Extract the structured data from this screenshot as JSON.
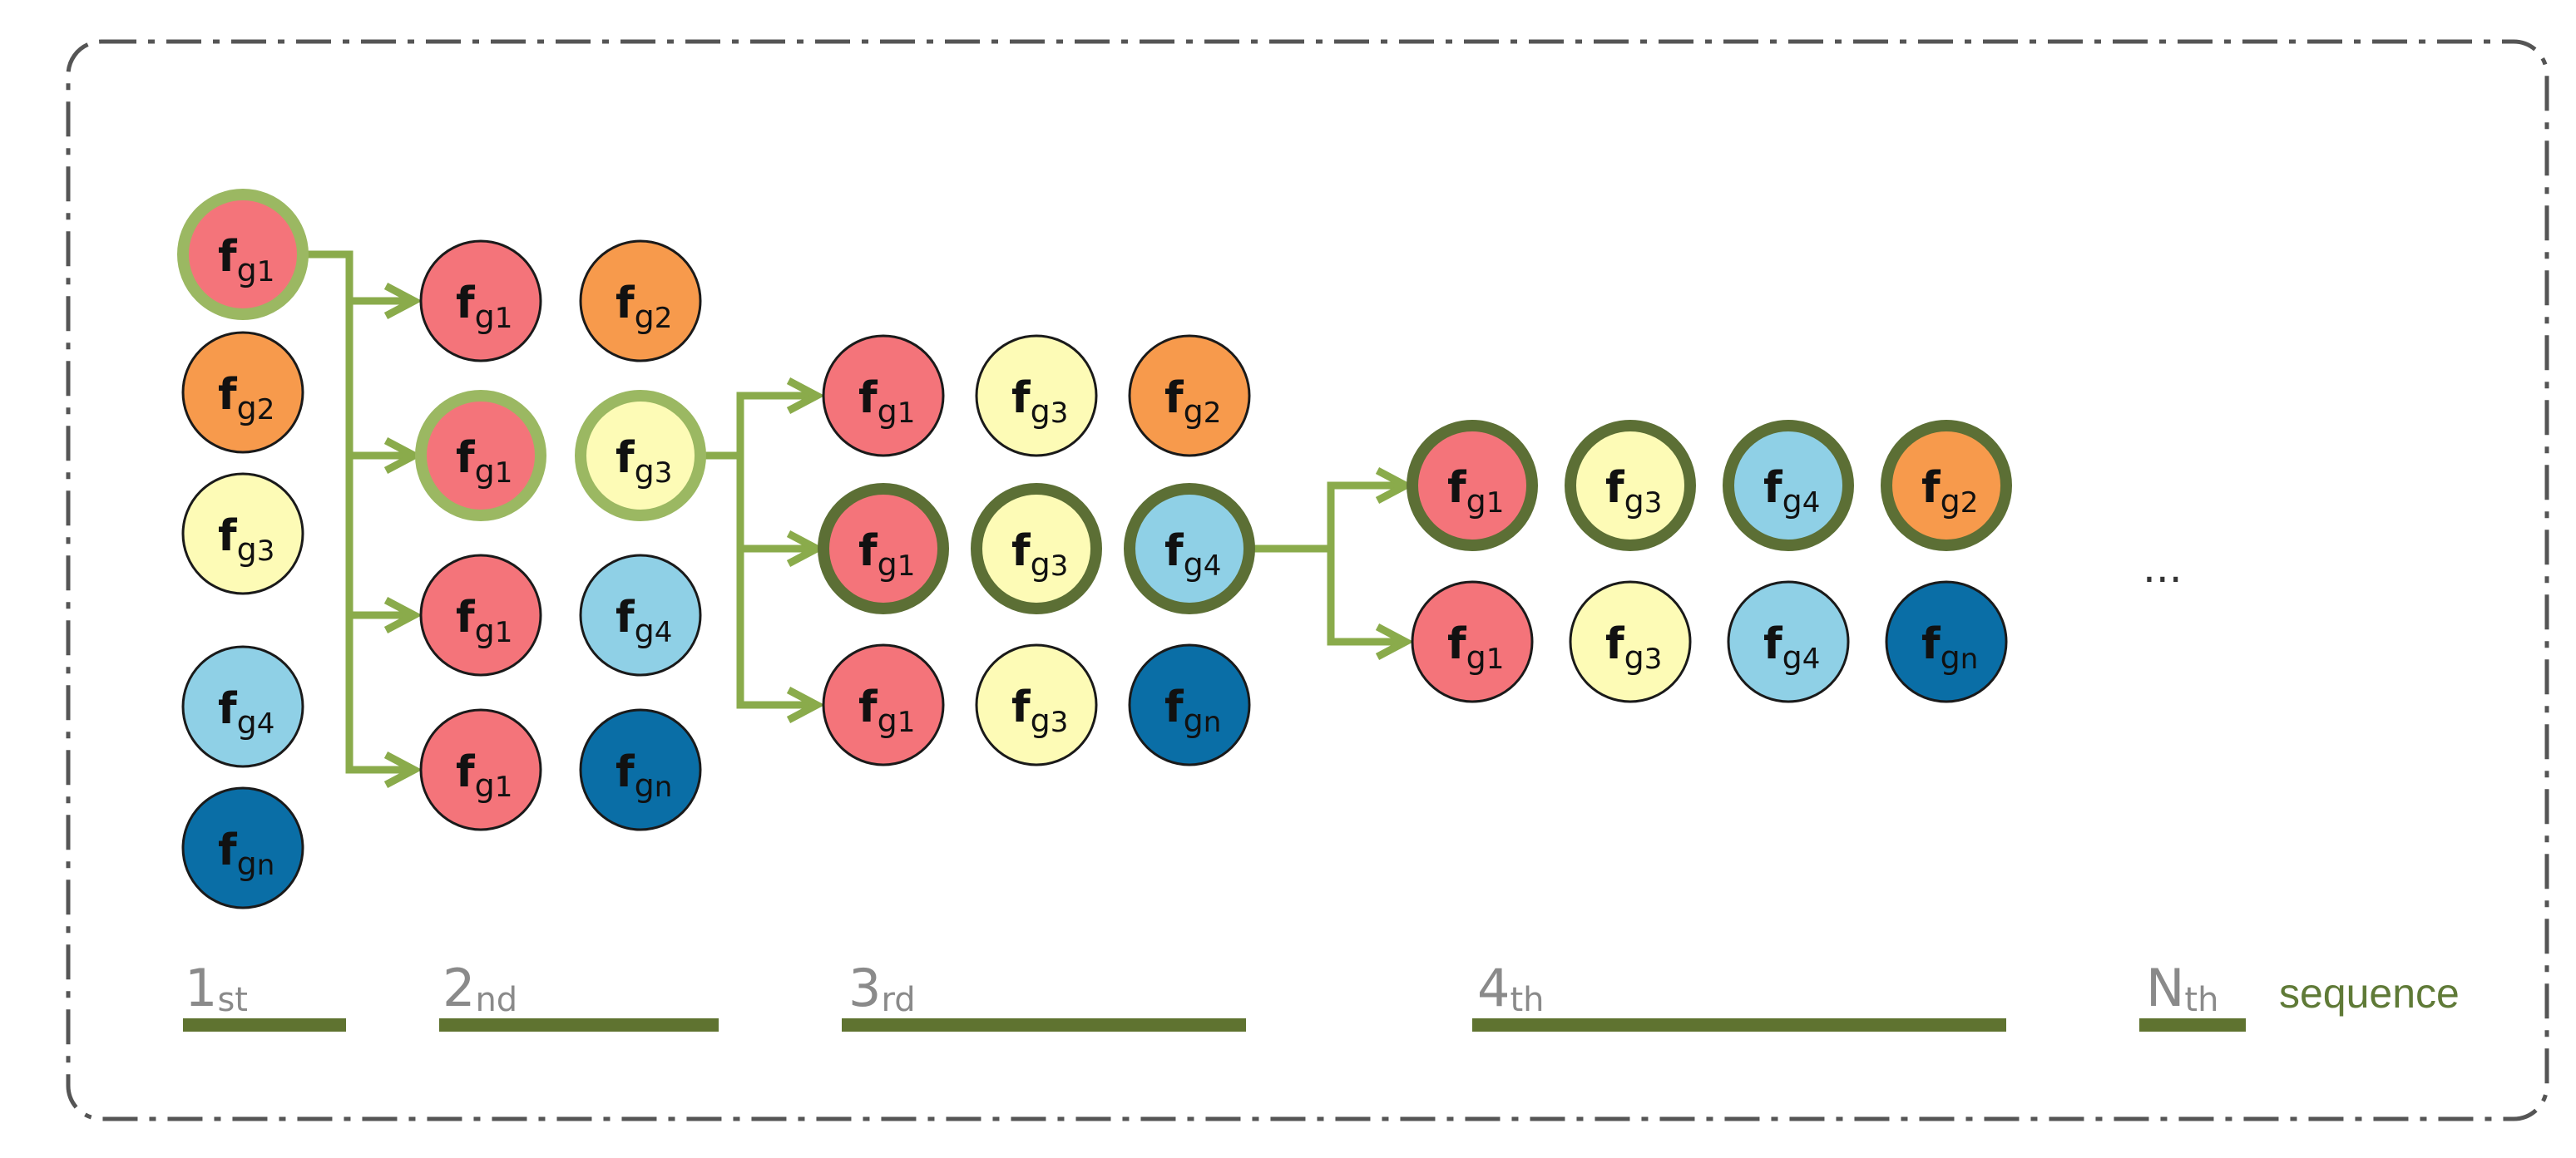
{
  "colors": {
    "g1": "#f4747a",
    "g2": "#f79a4c",
    "g3": "#fdfbb6",
    "g4": "#8fd0e6",
    "gn": "#0a6ea6",
    "arrow": "#8aab4b",
    "highlight_light": "#9bb862",
    "highlight_dark": "#5c6f35",
    "underline": "#5f7330",
    "frame": "#555555"
  },
  "node_letter": "f",
  "node_prefix": "g",
  "nodes": [
    {
      "id": "c1-r1",
      "col": 1,
      "row": 1,
      "label": "1",
      "color": "g1",
      "highlight": "light"
    },
    {
      "id": "c1-r2",
      "col": 1,
      "row": 2,
      "label": "2",
      "color": "g2",
      "highlight": "none"
    },
    {
      "id": "c1-r3",
      "col": 1,
      "row": 3,
      "label": "3",
      "color": "g3",
      "highlight": "none"
    },
    {
      "id": "c1-r4",
      "col": 1,
      "row": 4,
      "label": "4",
      "color": "g4",
      "highlight": "none"
    },
    {
      "id": "c1-r5",
      "col": 1,
      "row": 5,
      "label": "n",
      "color": "gn",
      "highlight": "none"
    },
    {
      "id": "c2-r1a",
      "col": 2,
      "row": 1,
      "slot": 1,
      "label": "1",
      "color": "g1",
      "highlight": "none"
    },
    {
      "id": "c2-r1b",
      "col": 2,
      "row": 1,
      "slot": 2,
      "label": "2",
      "color": "g2",
      "highlight": "none"
    },
    {
      "id": "c2-r2a",
      "col": 2,
      "row": 2,
      "slot": 1,
      "label": "1",
      "color": "g1",
      "highlight": "light"
    },
    {
      "id": "c2-r2b",
      "col": 2,
      "row": 2,
      "slot": 2,
      "label": "3",
      "color": "g3",
      "highlight": "light"
    },
    {
      "id": "c2-r3a",
      "col": 2,
      "row": 3,
      "slot": 1,
      "label": "1",
      "color": "g1",
      "highlight": "none"
    },
    {
      "id": "c2-r3b",
      "col": 2,
      "row": 3,
      "slot": 2,
      "label": "4",
      "color": "g4",
      "highlight": "none"
    },
    {
      "id": "c2-r4a",
      "col": 2,
      "row": 4,
      "slot": 1,
      "label": "1",
      "color": "g1",
      "highlight": "none"
    },
    {
      "id": "c2-r4b",
      "col": 2,
      "row": 4,
      "slot": 2,
      "label": "n",
      "color": "gn",
      "highlight": "none"
    },
    {
      "id": "c3-r1a",
      "col": 3,
      "row": 1,
      "slot": 1,
      "label": "1",
      "color": "g1",
      "highlight": "none"
    },
    {
      "id": "c3-r1b",
      "col": 3,
      "row": 1,
      "slot": 2,
      "label": "3",
      "color": "g3",
      "highlight": "none"
    },
    {
      "id": "c3-r1c",
      "col": 3,
      "row": 1,
      "slot": 3,
      "label": "2",
      "color": "g2",
      "highlight": "none"
    },
    {
      "id": "c3-r2a",
      "col": 3,
      "row": 2,
      "slot": 1,
      "label": "1",
      "color": "g1",
      "highlight": "dark"
    },
    {
      "id": "c3-r2b",
      "col": 3,
      "row": 2,
      "slot": 2,
      "label": "3",
      "color": "g3",
      "highlight": "dark"
    },
    {
      "id": "c3-r2c",
      "col": 3,
      "row": 2,
      "slot": 3,
      "label": "4",
      "color": "g4",
      "highlight": "dark"
    },
    {
      "id": "c3-r3a",
      "col": 3,
      "row": 3,
      "slot": 1,
      "label": "1",
      "color": "g1",
      "highlight": "none"
    },
    {
      "id": "c3-r3b",
      "col": 3,
      "row": 3,
      "slot": 2,
      "label": "3",
      "color": "g3",
      "highlight": "none"
    },
    {
      "id": "c3-r3c",
      "col": 3,
      "row": 3,
      "slot": 3,
      "label": "n",
      "color": "gn",
      "highlight": "none"
    },
    {
      "id": "c4-r1a",
      "col": 4,
      "row": 1,
      "slot": 1,
      "label": "1",
      "color": "g1",
      "highlight": "dark"
    },
    {
      "id": "c4-r1b",
      "col": 4,
      "row": 1,
      "slot": 2,
      "label": "3",
      "color": "g3",
      "highlight": "dark"
    },
    {
      "id": "c4-r1c",
      "col": 4,
      "row": 1,
      "slot": 3,
      "label": "4",
      "color": "g4",
      "highlight": "dark"
    },
    {
      "id": "c4-r1d",
      "col": 4,
      "row": 1,
      "slot": 4,
      "label": "2",
      "color": "g2",
      "highlight": "dark"
    },
    {
      "id": "c4-r2a",
      "col": 4,
      "row": 2,
      "slot": 1,
      "label": "1",
      "color": "g1",
      "highlight": "none"
    },
    {
      "id": "c4-r2b",
      "col": 4,
      "row": 2,
      "slot": 2,
      "label": "3",
      "color": "g3",
      "highlight": "none"
    },
    {
      "id": "c4-r2c",
      "col": 4,
      "row": 2,
      "slot": 3,
      "label": "4",
      "color": "g4",
      "highlight": "none"
    },
    {
      "id": "c4-r2d",
      "col": 4,
      "row": 2,
      "slot": 4,
      "label": "n",
      "color": "gn",
      "highlight": "none"
    }
  ],
  "sequences": [
    {
      "id": "seq-1",
      "main": "1",
      "sub": "st"
    },
    {
      "id": "seq-2",
      "main": "2",
      "sub": "nd"
    },
    {
      "id": "seq-3",
      "main": "3",
      "sub": "rd"
    },
    {
      "id": "seq-4",
      "main": "4",
      "sub": "th"
    },
    {
      "id": "seq-n",
      "main": "N",
      "sub": "th"
    }
  ],
  "sequence_word": "sequence",
  "ellipsis": "..."
}
